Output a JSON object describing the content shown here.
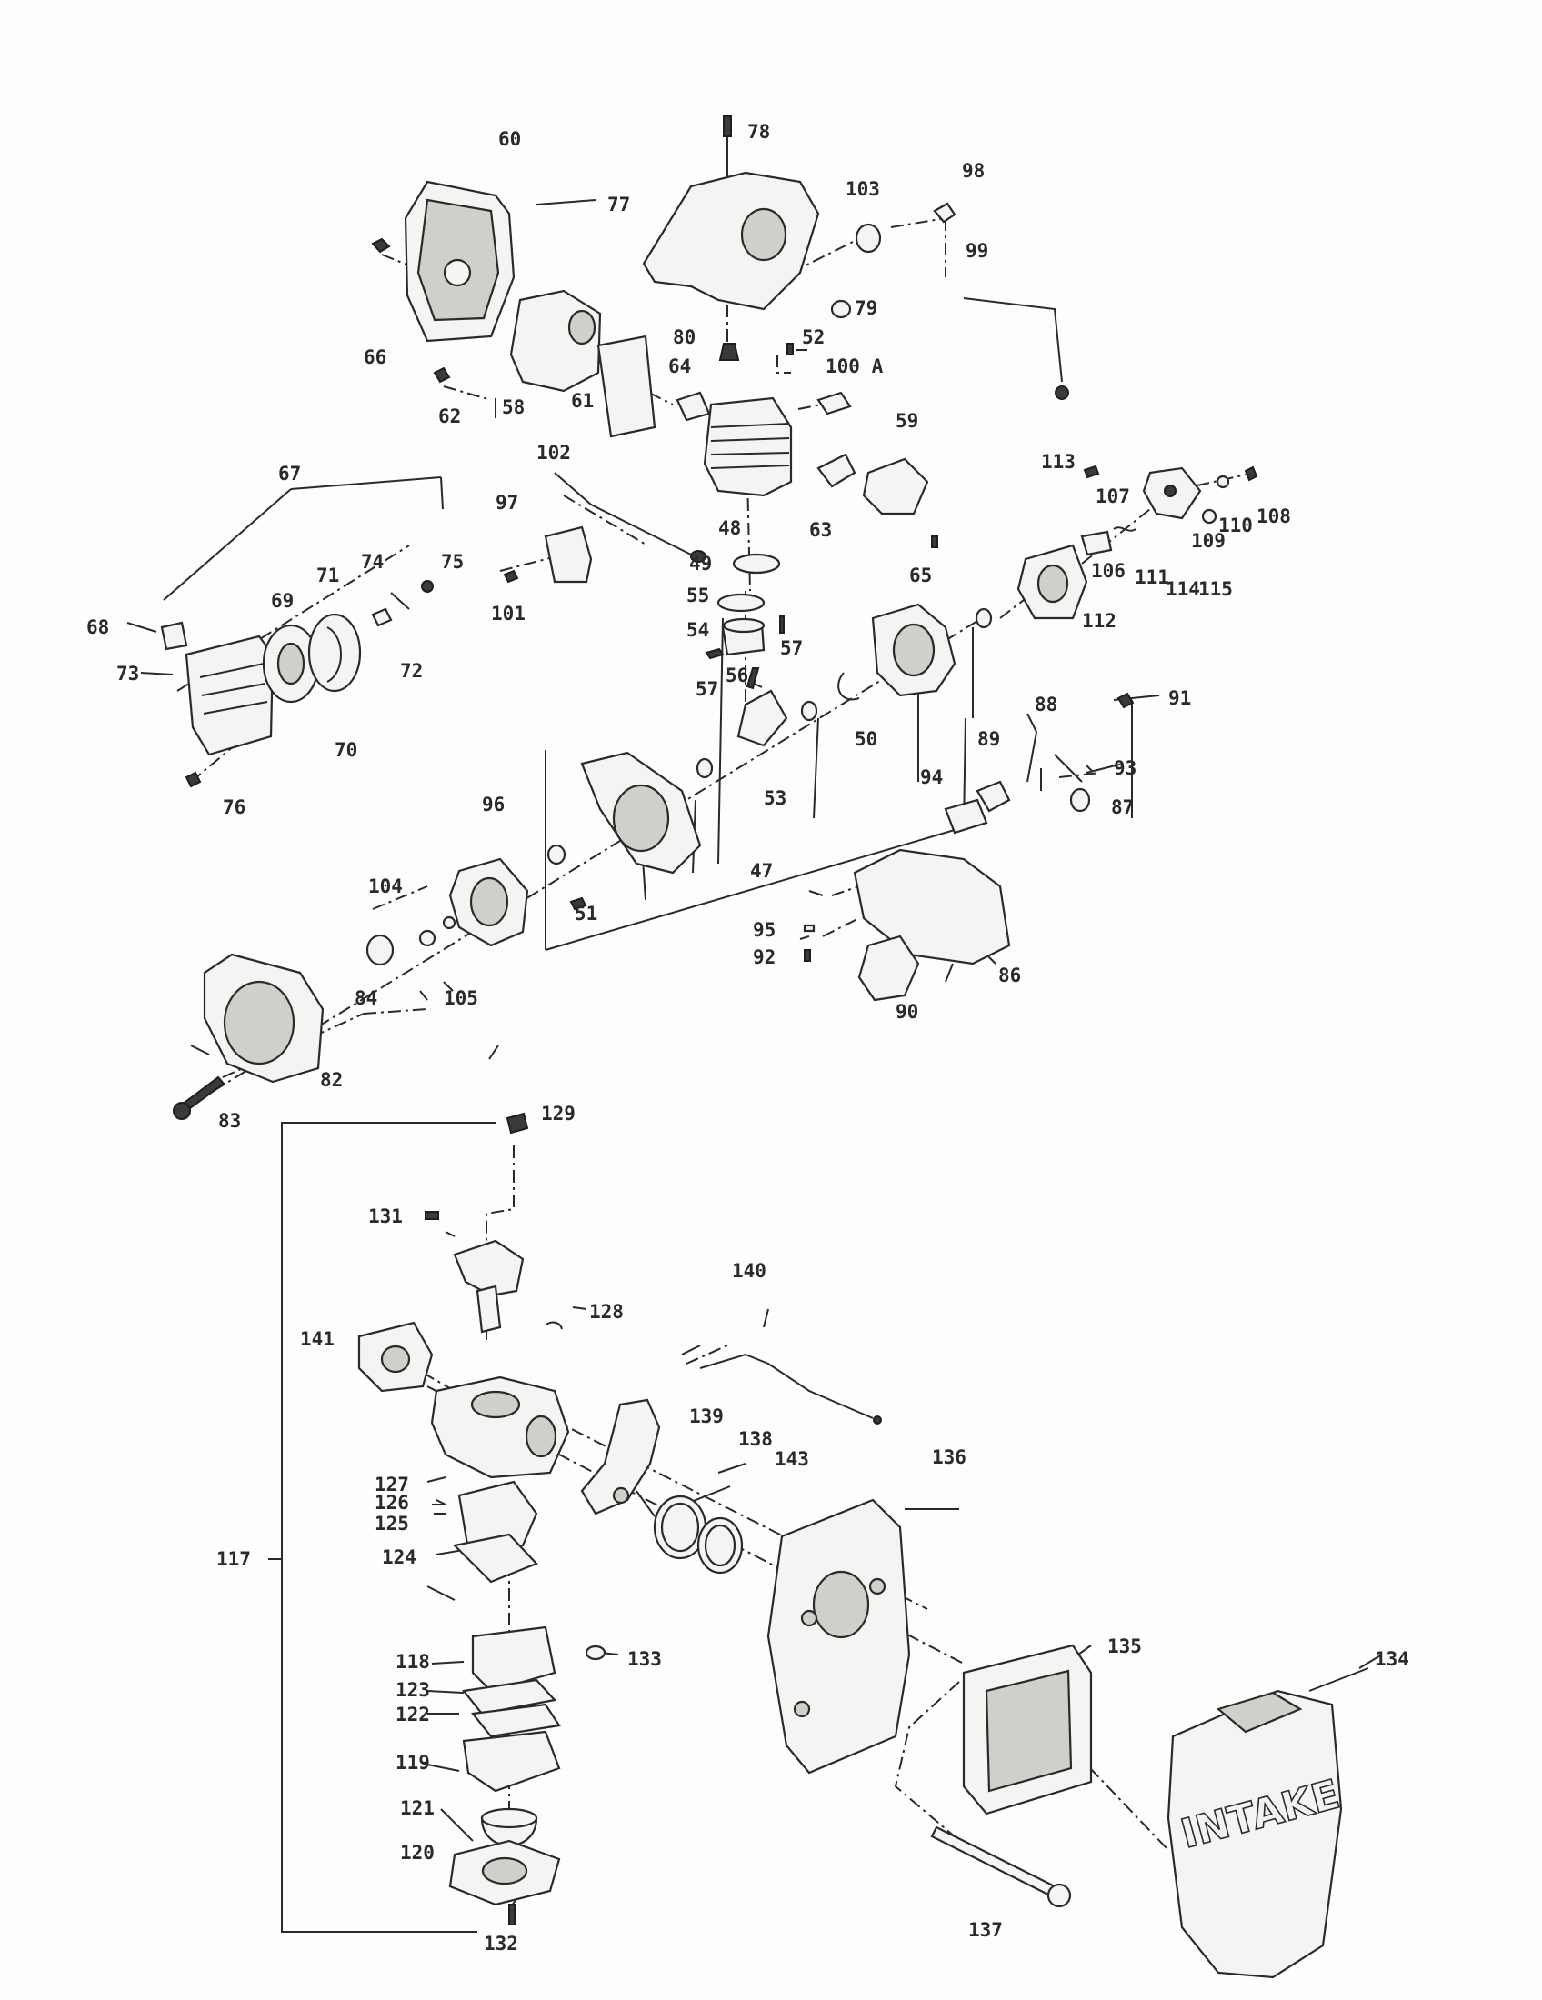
{
  "diagram": {
    "labels": [
      "60",
      "77",
      "78",
      "103",
      "98",
      "99",
      "79",
      "66",
      "62",
      "58",
      "61",
      "64",
      "80",
      "52",
      "100 A",
      "59",
      "63",
      "65",
      "48",
      "97",
      "102",
      "101",
      "49",
      "55",
      "54",
      "57",
      "56",
      "57",
      "113",
      "107",
      "108",
      "110",
      "109",
      "106",
      "111",
      "112",
      "114",
      "115",
      "67",
      "68",
      "69",
      "71",
      "74",
      "75",
      "73",
      "72",
      "70",
      "76",
      "50",
      "53",
      "88",
      "89",
      "91",
      "93",
      "87",
      "94",
      "96",
      "104",
      "51",
      "47",
      "84",
      "105",
      "95",
      "92",
      "90",
      "86",
      "82",
      "83",
      "129",
      "131",
      "128",
      "140",
      "141",
      "127",
      "126",
      "125",
      "124",
      "139",
      "138",
      "143",
      "136",
      "117",
      "118",
      "123",
      "122",
      "119",
      "133",
      "121",
      "120",
      "132",
      "135",
      "134",
      "137"
    ],
    "cover_text": "INTAKE"
  }
}
